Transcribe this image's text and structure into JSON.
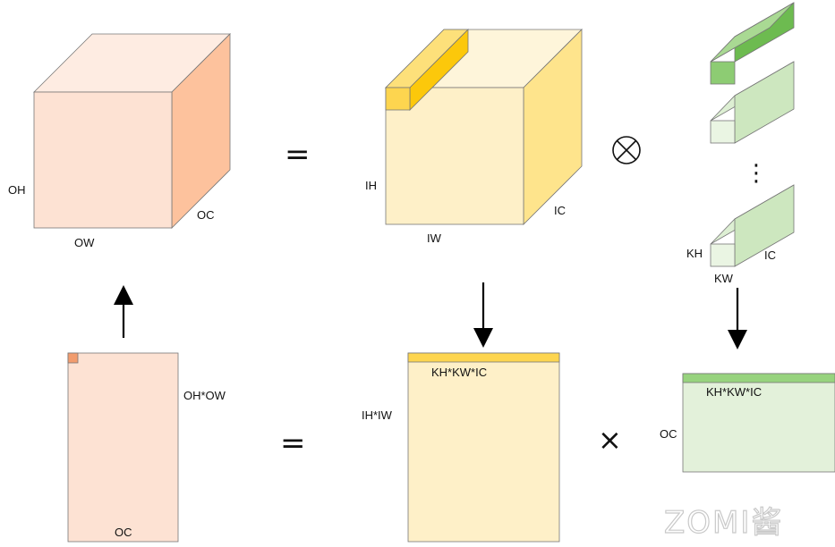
{
  "colors": {
    "output_front": "#FDE2D3",
    "output_top": "#FEECE2",
    "output_side": "#FDC29D",
    "output_accent": "#F29C6E",
    "input_front": "#FEF0C8",
    "input_top": "#FEF5DA",
    "input_side": "#FEE48C",
    "input_accent_front": "#FDD54F",
    "input_accent_top": "#FDE07A",
    "input_accent_side": "#FCC80B",
    "kernel_dark_front": "#8DCC73",
    "kernel_dark_top": "#A9D993",
    "kernel_dark_side": "#6DBB50",
    "kernel_light_front": "#EAF5E3",
    "kernel_light_top": "#DDEFD3",
    "kernel_light_side": "#CDE7BF",
    "kernel_matrix_fill": "#E3F1DA",
    "kernel_matrix_header": "#97D37E",
    "stroke": "#777777",
    "arrow": "#000000"
  },
  "labels": {
    "output_oh": "OH",
    "output_ow": "OW",
    "output_oc": "OC",
    "input_ih": "IH",
    "input_iw": "IW",
    "input_ic": "IC",
    "kernel_kh": "KH",
    "kernel_kw": "KW",
    "kernel_ic": "IC",
    "out_matrix_rows": "OH*OW",
    "out_matrix_cols": "OC",
    "in_matrix_rows": "IH*IW",
    "in_matrix_cols": "KH*KW*IC",
    "k_matrix_rows": "OC",
    "k_matrix_cols": "KH*KW*IC"
  },
  "operators": {
    "top_equals": "=",
    "conv": "⊗",
    "ellipsis": "⋮",
    "bottom_equals": "=",
    "multiply": "×"
  },
  "watermark": "ZOMI酱"
}
